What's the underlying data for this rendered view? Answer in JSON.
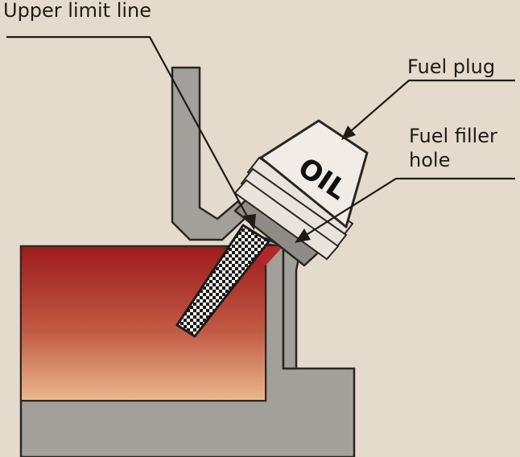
{
  "labels": {
    "upper_limit_line": "Upper limit line",
    "fuel_plug": "Fuel plug",
    "fuel_filler_hole_line1": "Fuel filler",
    "fuel_filler_hole_line2": "hole"
  },
  "plug_text": "OIL",
  "colors": {
    "background": "#e4dbcc",
    "housing": "#a3a09c",
    "outline": "#2a2622",
    "oil_top": "#9e1b1c",
    "oil_bottom": "#e9b48a",
    "plug_body": "#f1ede6",
    "leader_line": "#1f1b17"
  }
}
